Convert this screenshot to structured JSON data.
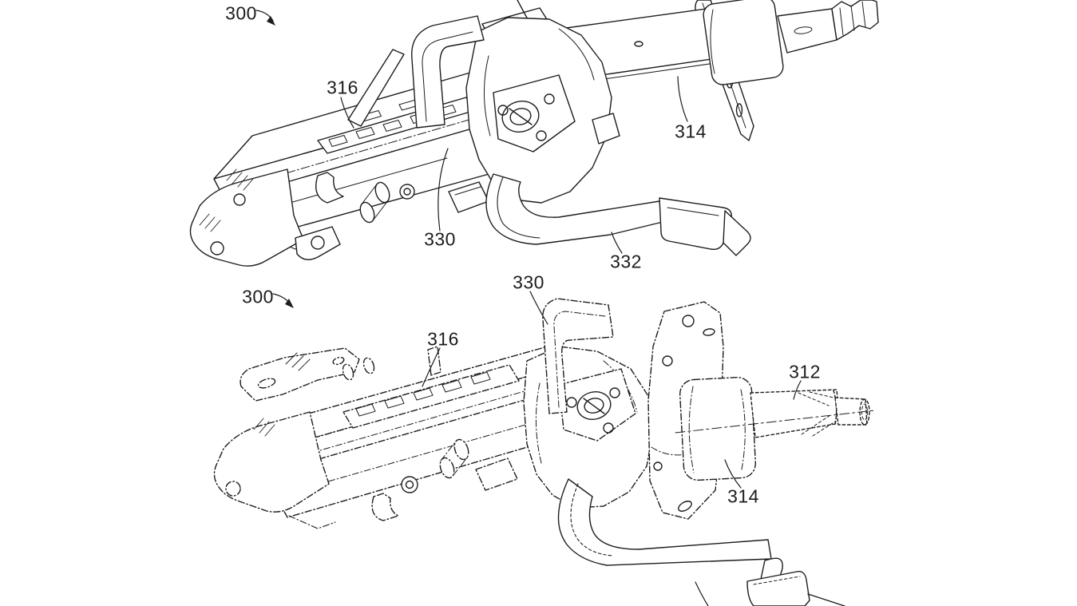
{
  "document": {
    "kind": "patent line drawing",
    "description": "Two perspective views of a vehicle steering column assembly with an adjustment lever",
    "background_color": "#ffffff",
    "ink_color": "#1d1d1d"
  },
  "icons": {
    "leader_arrow": "curved-arrow"
  },
  "figures": [
    {
      "name": "upper-assembly-view",
      "reference_numerals": [
        {
          "ref": "300"
        },
        {
          "ref": "316"
        },
        {
          "ref": "314"
        },
        {
          "ref": "330"
        },
        {
          "ref": "332"
        }
      ]
    },
    {
      "name": "lower-assembly-view",
      "reference_numerals": [
        {
          "ref": "300"
        },
        {
          "ref": "330"
        },
        {
          "ref": "316"
        },
        {
          "ref": "312"
        },
        {
          "ref": "314"
        }
      ]
    }
  ]
}
